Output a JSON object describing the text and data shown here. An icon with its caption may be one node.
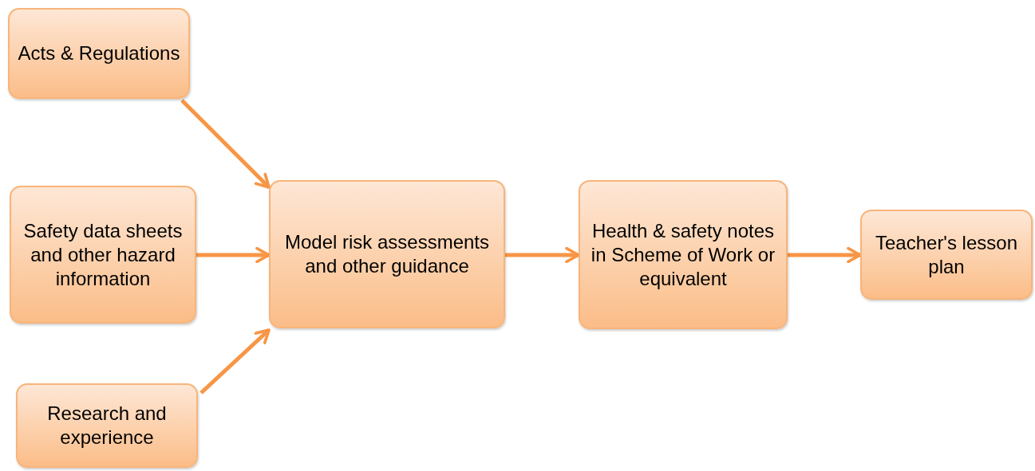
{
  "diagram": {
    "nodes": [
      {
        "text": [
          "Acts & Regulations"
        ]
      },
      {
        "text": [
          "Safety data sheets and other hazard information"
        ]
      },
      {
        "text": [
          "Research and experience"
        ]
      },
      {
        "text": [
          "Model risk assessments and other guidance"
        ]
      },
      {
        "text": [
          "Health & safety notes in Scheme of Work or equivalent"
        ]
      },
      {
        "text": [
          "Teacher's lesson plan"
        ]
      }
    ],
    "edges": [
      {
        "from": 0,
        "to": 3,
        "arrow": "to"
      },
      {
        "from": 1,
        "to": 3,
        "arrow": "to"
      },
      {
        "from": 2,
        "to": 3,
        "arrow": "to"
      },
      {
        "from": 3,
        "to": 4,
        "arrow": "to"
      },
      {
        "from": 4,
        "to": 5,
        "arrow": "to"
      }
    ]
  }
}
